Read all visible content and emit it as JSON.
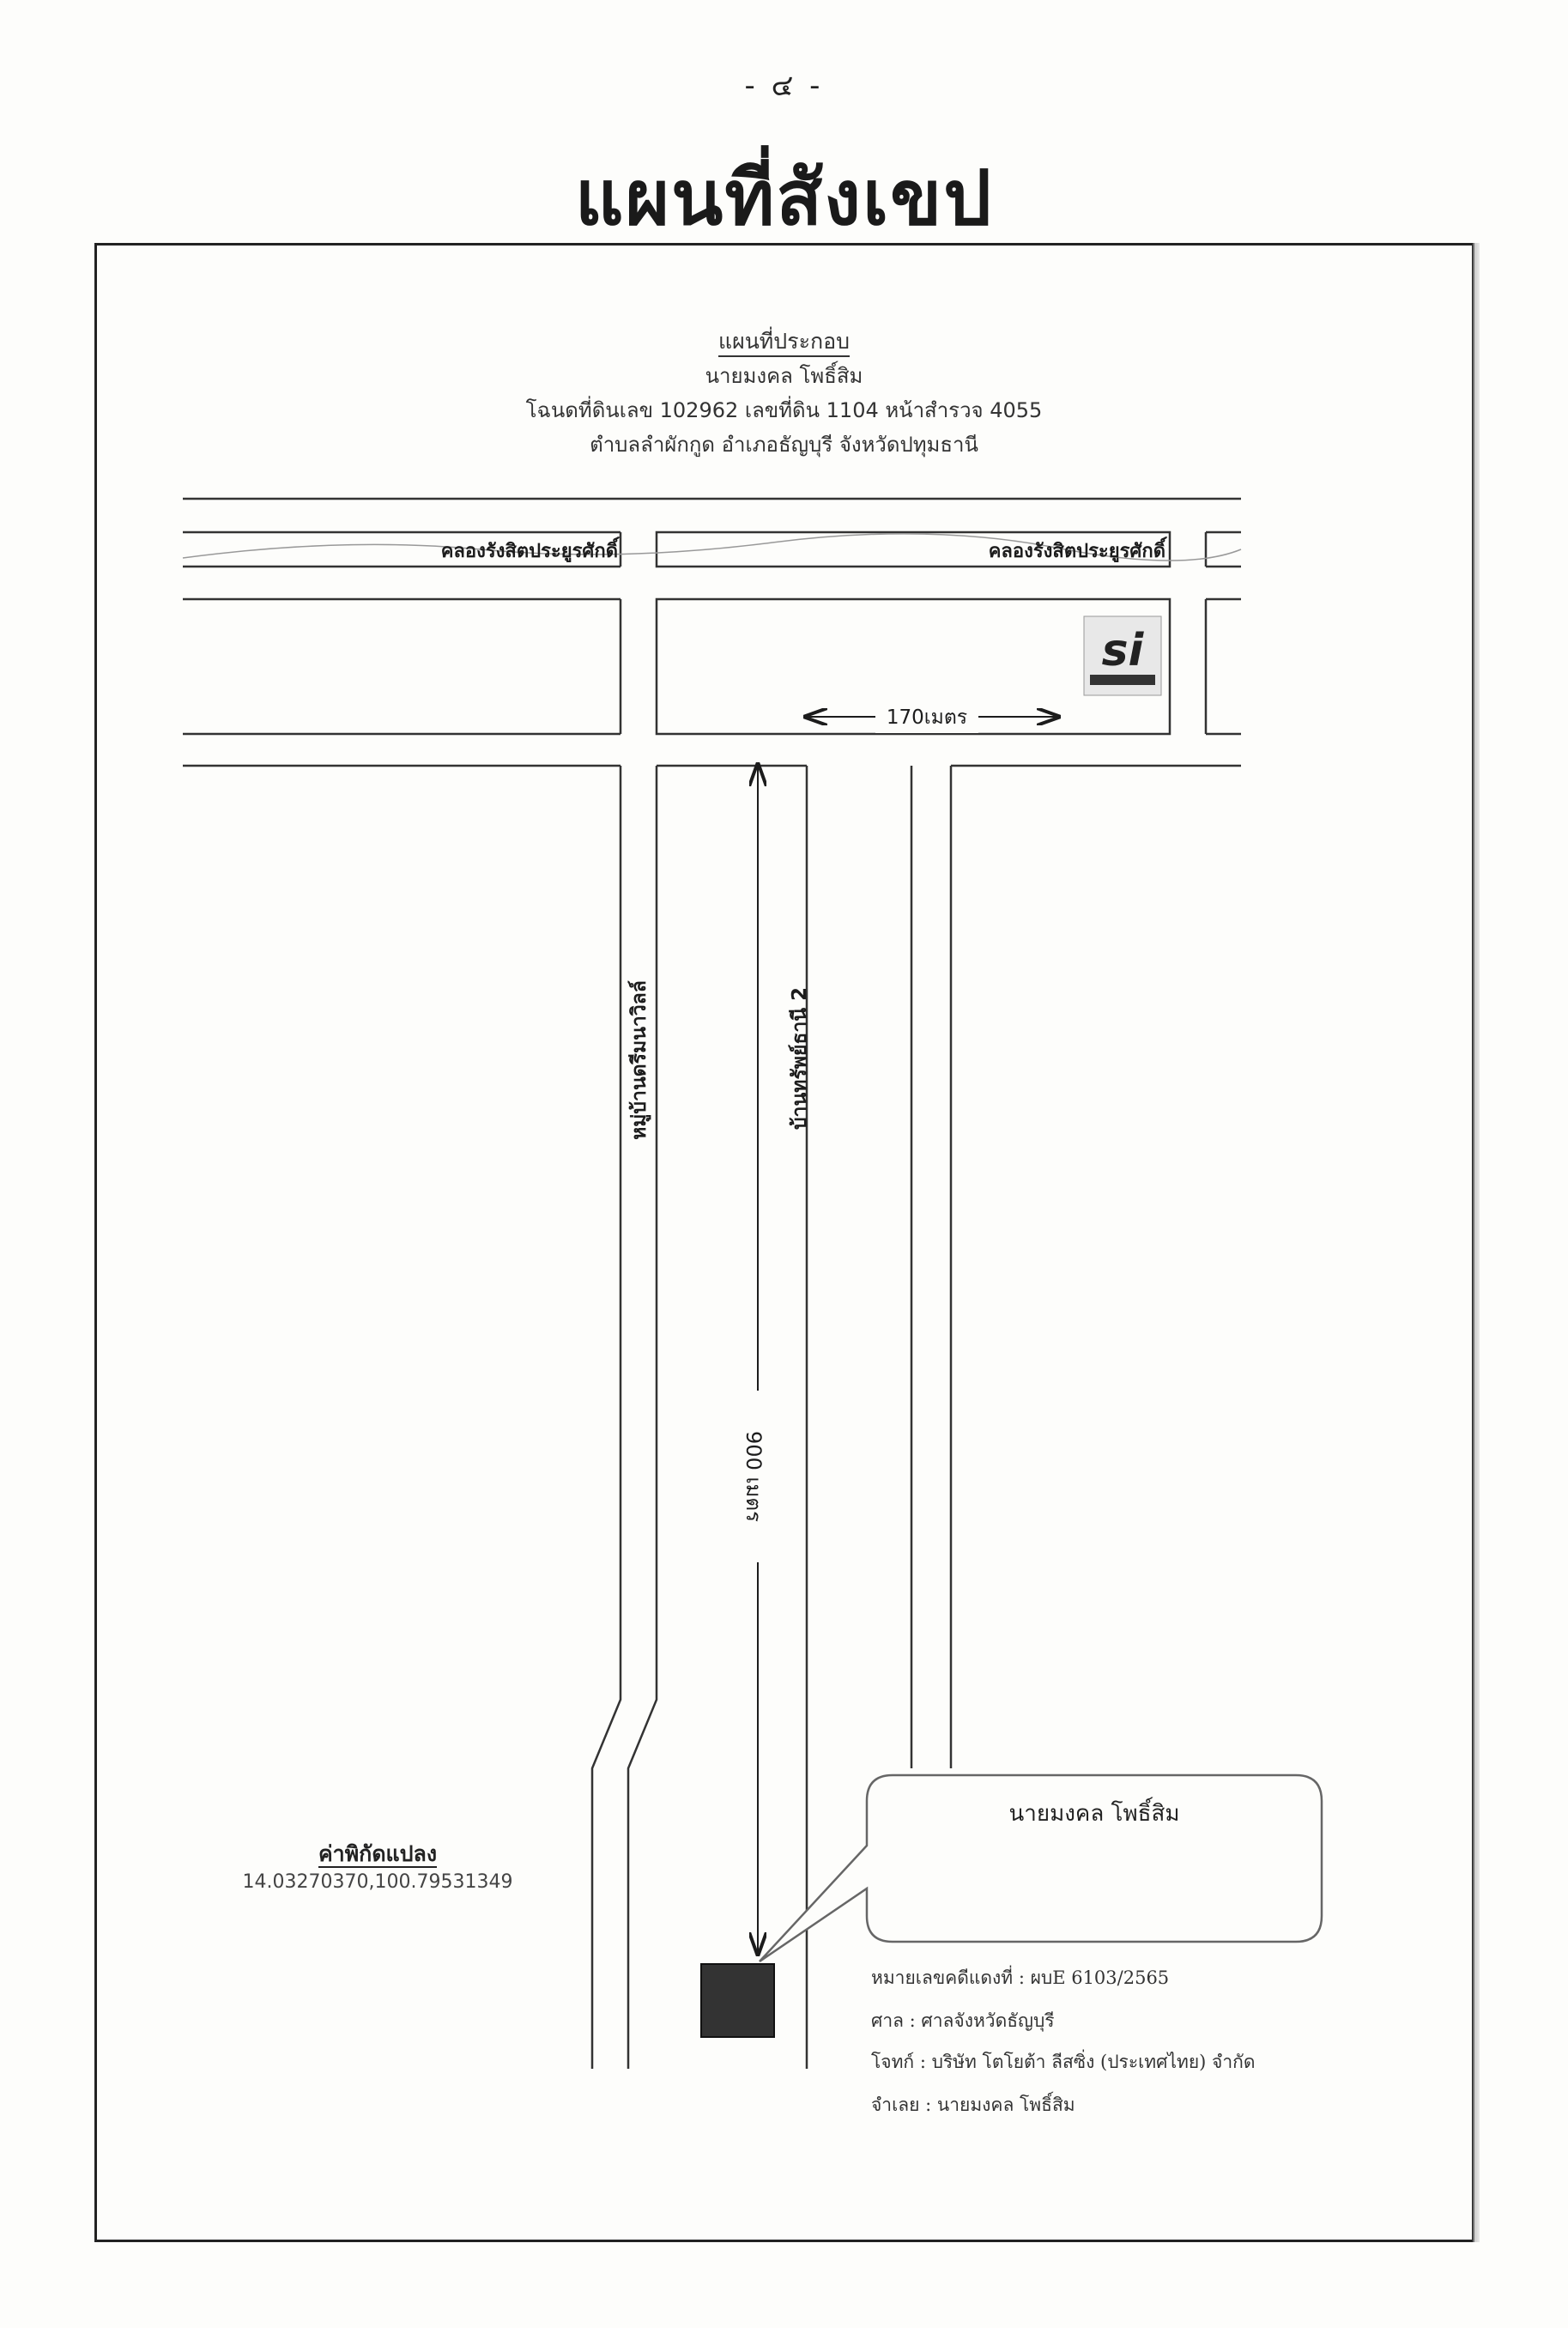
{
  "page_number": "- ๔ -",
  "title": "แผนที่สังเขป",
  "map_header": {
    "title": "แผนที่ประกอบ",
    "owner": "นายมงคล  โพธิ์สิม",
    "deed": "โฉนดที่ดินเลข  102962 เลขที่ดิน  1104 หน้าสำรวจ  4055",
    "location": "ตำบลลำผักกูด  อำเภอธัญบุรี  จังหวัดปทุมธานี"
  },
  "canal_labels": [
    "คลองรังสิตประยูรศักดิ์",
    "คลองรังสิตประยูรศักดิ์"
  ],
  "road_labels": {
    "left_road": "หมู่บ้านดรีมนาวิลล์",
    "right_road": "บ้านทรัพย์ธานี  2"
  },
  "distances": {
    "horizontal": "170เมตร",
    "vertical": "900 เมตร"
  },
  "landmark": {
    "name": "logo-sign",
    "icon": "company-logo-icon"
  },
  "callout": {
    "text": "นายมงคล  โพธิ์สิม"
  },
  "coordinates": {
    "label": "ค่าพิกัดแปลง",
    "value": "14.03270370,100.79531349"
  },
  "case_info": {
    "case_no": "หมายเลขคดีแดงที่ : ผบE 6103/2565",
    "court": "ศาล : ศาลจังหวัดธัญบุรี",
    "plaintiff": "โจทก์ : บริษัท โตโยต้า ลีสซิ่ง (ประเทศไทย) จำกัด",
    "defendant": "จำเลย : นายมงคล โพธิ์สิม"
  },
  "colors": {
    "ink": "#1c1c1c",
    "parcel": "#333333",
    "callout_border": "#666666"
  }
}
